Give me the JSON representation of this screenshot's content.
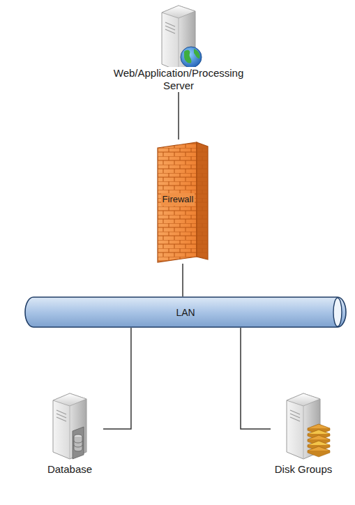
{
  "diagram": {
    "nodes": [
      {
        "text": [
          "Web/Application/Processing Server"
        ]
      },
      {
        "text": [
          "Firewall"
        ]
      },
      {
        "text": [
          "LAN"
        ]
      },
      {
        "text": [
          "Database"
        ]
      },
      {
        "text": [
          "Disk Groups"
        ]
      }
    ],
    "edges": [
      {
        "from": 0,
        "to": 1,
        "arrow": "none"
      },
      {
        "from": 1,
        "to": 2,
        "arrow": "none"
      },
      {
        "from": 2,
        "to": 3,
        "arrow": "none"
      },
      {
        "from": 2,
        "to": 4,
        "arrow": "none"
      }
    ]
  }
}
